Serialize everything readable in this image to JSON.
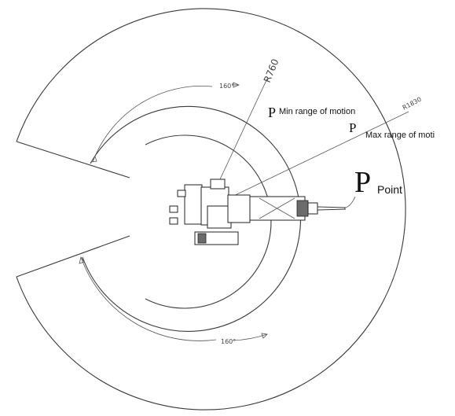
{
  "dimensions": {
    "r_inner": "R760",
    "r_outer": "R1830",
    "angle_top": "160°",
    "angle_bottom": "160°"
  },
  "labels": {
    "min": {
      "letter": "P",
      "text": "Min range of motion"
    },
    "max": {
      "letter": "P",
      "text": "Max range of moti"
    },
    "point": {
      "letter": "P",
      "text": "Point"
    }
  }
}
